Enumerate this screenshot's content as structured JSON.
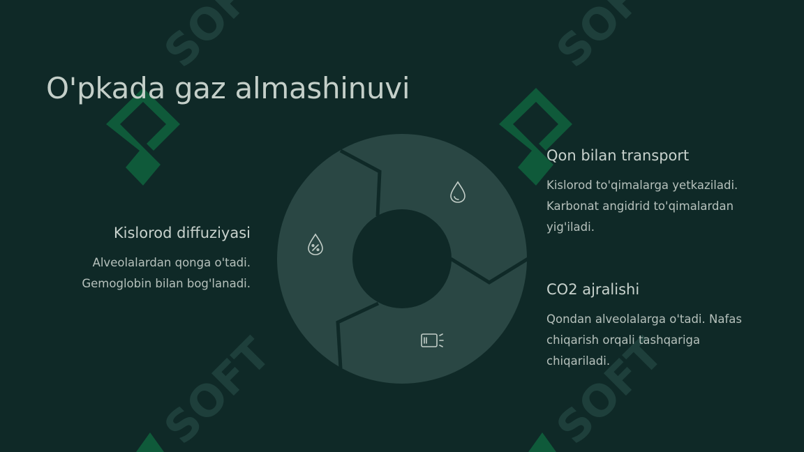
{
  "title": "O'pkada gaz almashinuvi",
  "watermark": {
    "text": "SOFT",
    "logo_color": "#0f5a3a",
    "text_color": "#1e3f3b"
  },
  "cycle": {
    "ring_color": "#2a4744",
    "hole_color": "#0f2927",
    "icon_color": "#c4cfc9",
    "segments": [
      {
        "icon": "water-drop-icon"
      },
      {
        "icon": "lung-device-icon"
      },
      {
        "icon": "percent-drop-icon"
      }
    ]
  },
  "steps": {
    "left": {
      "heading": "Kislorod diffuziyasi",
      "lines": [
        "Alveolalardan qonga o'tadi.",
        "Gemoglobin bilan bog'lanadi."
      ]
    },
    "right_top": {
      "heading": "Qon bilan transport",
      "lines": [
        "Kislorod to'qimalarga yetkaziladi.",
        "Karbonat angidrid to'qimalardan",
        "yig'iladi."
      ]
    },
    "right_bottom": {
      "heading": "CO2 ajralishi",
      "lines": [
        "Qondan alveolalarga o'tadi. Nafas",
        "chiqarish orqali tashqariga",
        "chiqariladi."
      ]
    }
  }
}
